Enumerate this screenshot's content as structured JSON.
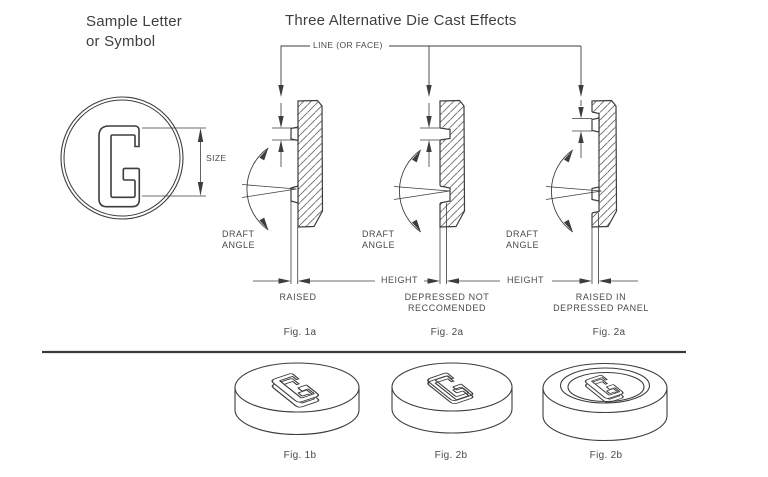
{
  "page": {
    "background": "#ffffff",
    "line_color": "#3d3d3d",
    "text_color": "#4a4a4a"
  },
  "header": {
    "sample_label_line1": "Sample Letter",
    "sample_label_line2": "or Symbol",
    "title": "Three Alternative Die Cast Effects"
  },
  "sample": {
    "letter": "G",
    "size_label": "SIZE"
  },
  "labels": {
    "line_or_face": "LINE (OR FACE)",
    "draft_line1": "DRAFT",
    "draft_line2": "ANGLE",
    "height": "HEIGHT"
  },
  "figures": {
    "fig1a": {
      "caption": "RAISED",
      "fig_label": "Fig. 1a"
    },
    "fig2a": {
      "caption_line1": "DEPRESSED NOT",
      "caption_line2": "RECCOMENDED",
      "fig_label": "Fig. 2a"
    },
    "fig3a": {
      "caption_line1": "RAISED IN",
      "caption_line2": "DEPRESSED PANEL",
      "fig_label": "Fig. 2a"
    },
    "fig1b": {
      "fig_label": "Fig. 1b"
    },
    "fig2b": {
      "fig_label": "Fig. 2b"
    },
    "fig3b": {
      "fig_label": "Fig. 2b"
    }
  }
}
